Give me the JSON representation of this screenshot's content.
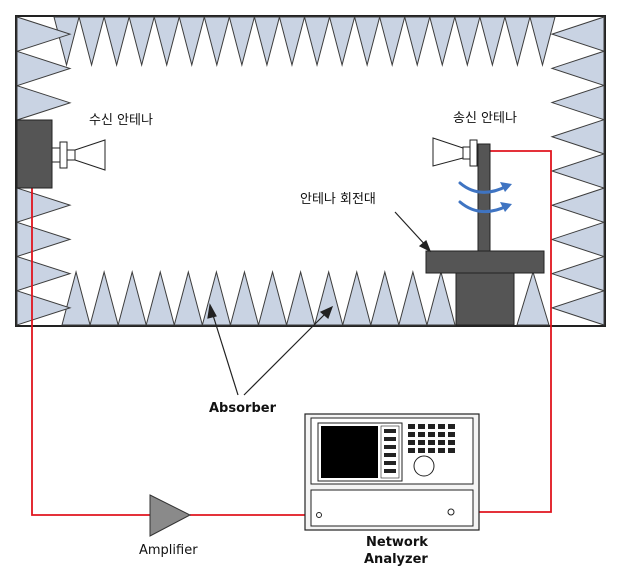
{
  "labels": {
    "rx_antenna": "수신 안테나",
    "tx_antenna": "송신 안테나",
    "turntable": "안테나 회전대",
    "absorber": "Absorber",
    "amplifier": "Amplifier",
    "network_analyzer_line1": "Network",
    "network_analyzer_line2": "Analyzer"
  },
  "colors": {
    "cable": "#e0141e",
    "absorber_fill": "#c9d3e3",
    "absorber_stroke": "#3d3d3d",
    "equipment": "#555555",
    "rotation_arrow": "#3f74c2",
    "amplifier": "#8a8a8a"
  }
}
